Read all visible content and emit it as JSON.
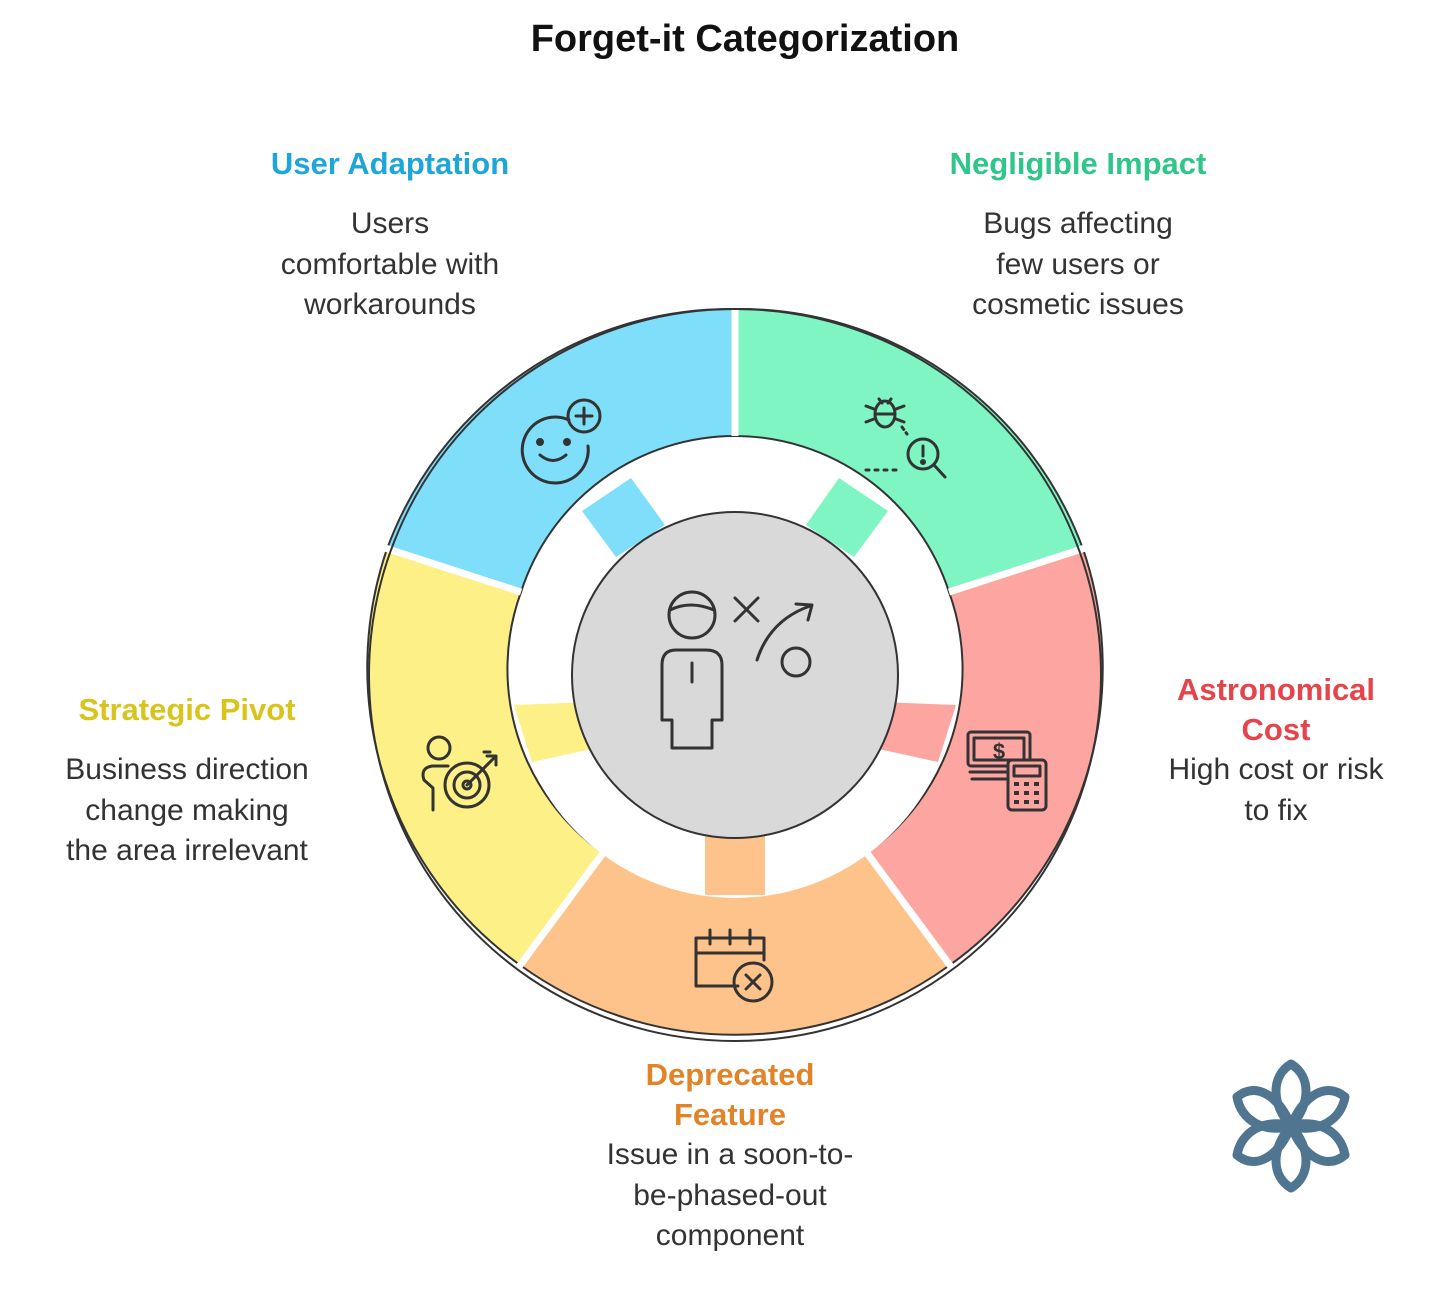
{
  "title": "Forget-it Categorization",
  "segments": [
    {
      "id": "user-adaptation",
      "title": "User Adaptation",
      "description": [
        "Users",
        "comfortable with",
        "workarounds"
      ],
      "color": "#7fdefa",
      "title_color": "#1fa6d8",
      "icon": "smile-plus-icon"
    },
    {
      "id": "negligible-impact",
      "title": "Negligible Impact",
      "description": [
        "Bugs affecting",
        "few users or",
        "cosmetic issues"
      ],
      "color": "#7ff5c3",
      "title_color": "#2fc689",
      "icon": "bug-search-icon"
    },
    {
      "id": "astronomical-cost",
      "title": "Astronomical Cost",
      "title_lines": [
        "Astronomical",
        "Cost"
      ],
      "description": [
        "High cost or risk",
        "to fix"
      ],
      "color": "#fda5a0",
      "title_color": "#e5454a",
      "icon": "money-calculator-icon"
    },
    {
      "id": "deprecated-feature",
      "title": "Deprecated Feature",
      "title_lines": [
        "Deprecated",
        "Feature"
      ],
      "description": [
        "Issue in a soon-to-",
        "be-phased-out",
        "component"
      ],
      "color": "#fdc38b",
      "title_color": "#e28327",
      "icon": "calendar-x-icon"
    },
    {
      "id": "strategic-pivot",
      "title": "Strategic Pivot",
      "description": [
        "Business direction",
        "change making",
        "the area irrelevant"
      ],
      "color": "#fcf086",
      "title_color": "#d9c41c",
      "icon": "target-person-icon"
    }
  ],
  "center": {
    "color": "#d9d9d9",
    "icon": "strategy-person-icon"
  },
  "logo": {
    "icon": "flower-logo-icon",
    "color": "#4f7590"
  }
}
